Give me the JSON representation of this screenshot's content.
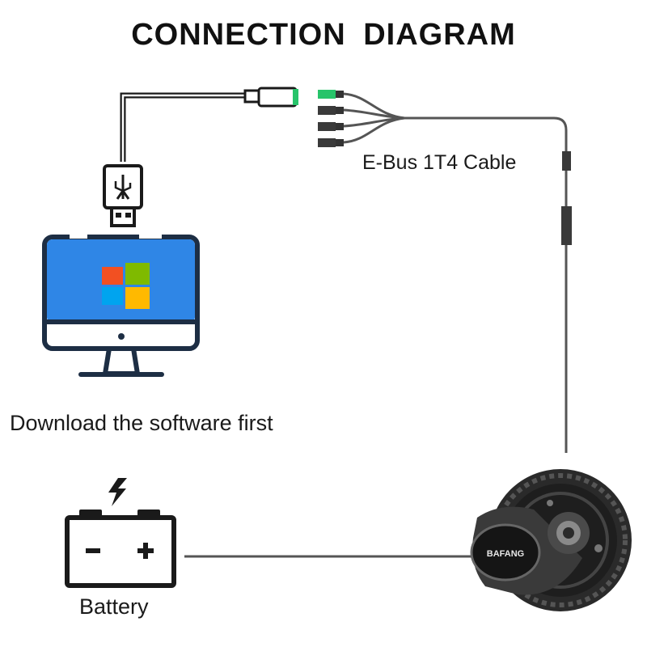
{
  "diagram": {
    "title": "CONNECTION  DIAGRAM",
    "cable_label": "E-Bus 1T4 Cable",
    "computer_caption": "Download the software first",
    "battery_caption": "Battery",
    "motor_brand": "BAFANG",
    "battery_minus": "−",
    "battery_plus": "+",
    "colors": {
      "screen": "#2f86e6",
      "frame": "#1d2e44",
      "connector_green": "#27c46a",
      "cable": "#555555",
      "win_red": "#f25022",
      "win_green": "#7fba00",
      "win_blue": "#00a4ef",
      "win_yellow": "#ffb900"
    }
  }
}
